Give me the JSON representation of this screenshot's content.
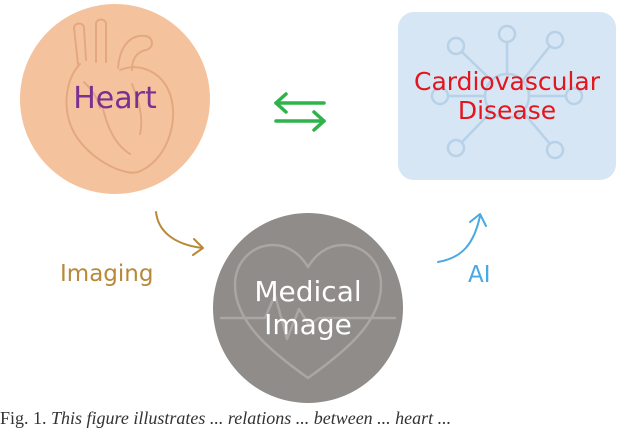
{
  "nodes": {
    "heart": {
      "label": "Heart"
    },
    "medical_image": {
      "label": "Medical\nImage"
    },
    "disease": {
      "label": "Cardiovascular\nDisease"
    }
  },
  "edges": {
    "imaging": {
      "label": "Imaging"
    },
    "ai": {
      "label": "AI"
    }
  },
  "caption": {
    "prefix": "Fig. 1.",
    "text": "This figure illustrates ... relations ... between ... heart ... "
  },
  "colors": {
    "heart_fill": "#f5c29e",
    "heart_text": "#7a3091",
    "medical_fill": "#8f8c8a",
    "disease_fill": "#d6e6f4",
    "disease_text": "#e3151d",
    "bidirectional_arrow": "#2db34a",
    "imaging": "#b8893a",
    "ai": "#4aa8e3"
  },
  "icons": [
    "heart-outline-icon",
    "heartbeat-icon",
    "network-icon",
    "bidirectional-arrow-icon"
  ]
}
